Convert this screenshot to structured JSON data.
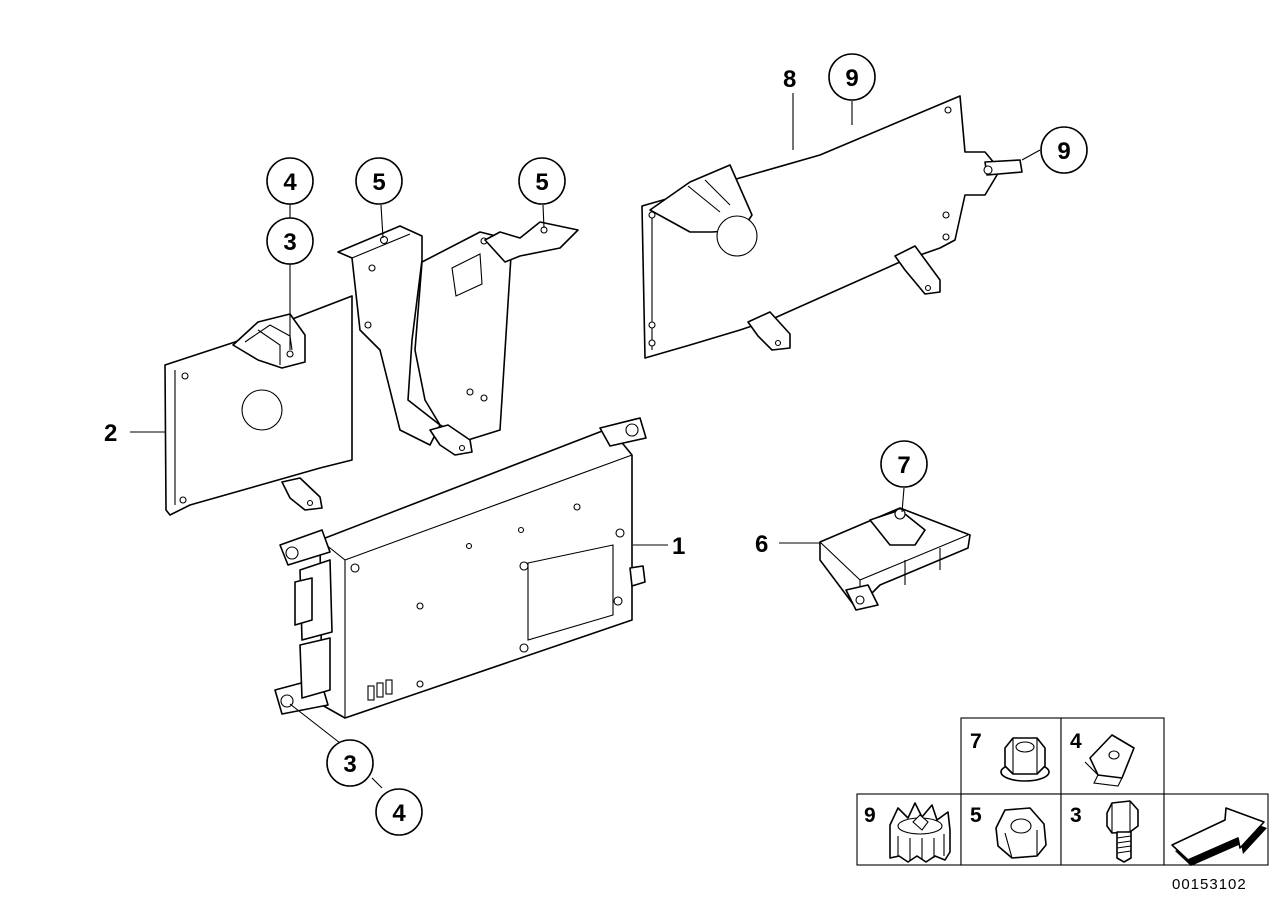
{
  "diagram": {
    "plain_labels": {
      "bracket_left": "2",
      "module": "1",
      "sensor": "6",
      "bracket_right": "8"
    },
    "callouts": {
      "top_4": "4",
      "top_3": "3",
      "top_5a": "5",
      "top_5b": "5",
      "right_9a": "9",
      "right_9b": "9",
      "sensor_7": "7",
      "bottom_3": "3",
      "bottom_4": "4"
    },
    "legend": {
      "row1": [
        "7",
        "4"
      ],
      "row2": [
        "9",
        "5",
        "3"
      ]
    },
    "drawing_code": "00153102"
  }
}
